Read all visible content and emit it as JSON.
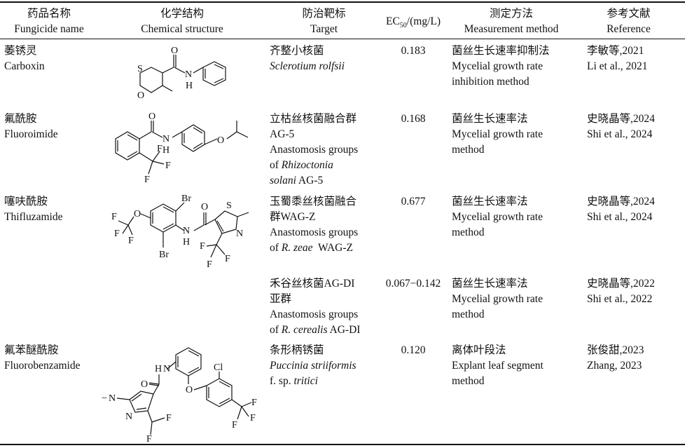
{
  "header": {
    "name_cn": "药品名称",
    "name_en": "Fungicide name",
    "struct_cn": "化学结构",
    "struct_en": "Chemical structure",
    "target_cn": "防治靶标",
    "target_en": "Target",
    "ec_main": "EC",
    "ec_sub": "50",
    "ec_unit": "/(mg/L)",
    "method_cn": "测定方法",
    "method_en": "Measurement method",
    "ref_cn": "参考文献",
    "ref_en": "Reference"
  },
  "rows": [
    {
      "name_cn": "萎锈灵",
      "name_en": "Carboxin",
      "target": [
        "齐整小核菌",
        "Sclerotium rolfsii"
      ],
      "ec50": "0.183",
      "method": [
        "菌丝生长速率抑制法",
        "Mycelial growth rate",
        "inhibition method"
      ],
      "ref": [
        "李敏等,2021",
        "Li et al., 2021"
      ],
      "atoms": [
        "O",
        "S",
        "N",
        "H",
        "O"
      ]
    },
    {
      "name_cn": "氟酰胺",
      "name_en": "Fluoroimide",
      "target": [
        "立枯丝核菌融合群",
        "AG-5",
        "Anastomosis groups",
        "of ",
        "Rhizoctonia",
        "solani",
        " AG-5"
      ],
      "ec50": "0.168",
      "method": [
        "菌丝生长速率法",
        "Mycelial growth rate",
        "method"
      ],
      "ref": [
        "史晓晶等,2024",
        "Shi et al., 2024"
      ],
      "atoms": [
        "O",
        "N",
        "H",
        "O",
        "F",
        "F",
        "F"
      ]
    },
    {
      "name_cn": "噻呋酰胺",
      "name_en": "Thifluzamide",
      "target": [
        "玉蜀黍丝核菌融合",
        "群WAG-Z",
        "Anastomosis groups",
        "of ",
        "R. zeae",
        "  WAG-Z"
      ],
      "ec50": "0.677",
      "method": [
        "菌丝生长速率法",
        "Mycelial growth rate",
        "method"
      ],
      "ref": [
        "史晓晶等,2024",
        "Shi et al., 2024"
      ],
      "atoms": [
        "Br",
        "O",
        "F",
        "F",
        "F",
        "N",
        "H",
        "Br",
        "S",
        "N",
        "F",
        "F",
        "F"
      ]
    },
    {
      "name_cn": "",
      "name_en": "",
      "target": [
        "禾谷丝核菌AG-DI",
        "亚群",
        "Anastomosis groups",
        "of ",
        "R. cerealis",
        " AG-DI"
      ],
      "ec50": "0.067−0.142",
      "method": [
        "菌丝生长速率法",
        "Mycelial growth rate",
        "method"
      ],
      "ref": [
        "史晓晶等,2022",
        "Shi et al., 2022"
      ]
    },
    {
      "name_cn": "氟苯醚酰胺",
      "name_en": "Fluorobenzamide",
      "target": [
        "条形柄锈菌",
        "Puccinia striiformis",
        "f. sp. ",
        "tritici"
      ],
      "ec50": "0.120",
      "method": [
        "离体叶段法",
        "Explant leaf segment",
        "method"
      ],
      "ref": [
        "张俊甜,2023",
        "Zhang, 2023"
      ],
      "atoms": [
        "H",
        "N",
        "O",
        "Cl",
        "O",
        "N",
        "N",
        "F",
        "F",
        "F",
        "F",
        "F"
      ]
    }
  ]
}
